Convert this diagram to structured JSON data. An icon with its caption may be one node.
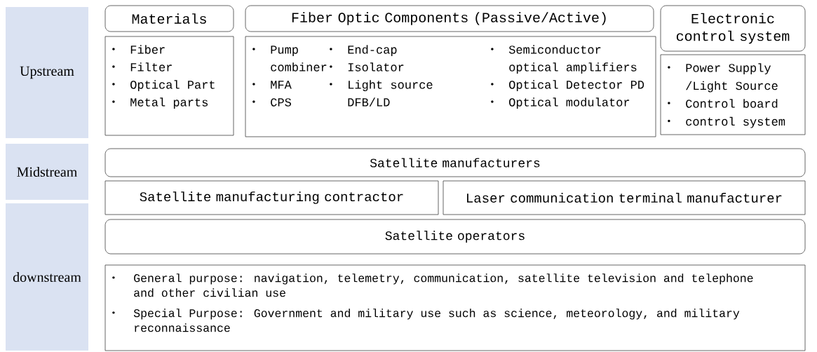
{
  "diagram": {
    "nodes": [
      {
        "text": [
          "Upstream"
        ]
      },
      {
        "text": [
          "Materials"
        ]
      },
      {
        "text": [
          "Fiber",
          "Filter",
          "Optical Part",
          "Metal parts"
        ]
      },
      {
        "text": [
          "Fiber Optic Components (Passive/Active)"
        ]
      },
      {
        "text": [
          "Pump combiner",
          "MFA",
          "CPS",
          "End-cap",
          "Isolator",
          "Light source DFB/LD",
          "Semiconductor optical amplifiers",
          "Optical Detector PD",
          "Optical modulator"
        ]
      },
      {
        "text": [
          "Electronic control system"
        ]
      },
      {
        "text": [
          "Power Supply /Light Source",
          "Control board",
          "control system"
        ]
      },
      {
        "text": [
          "Midstream"
        ]
      },
      {
        "text": [
          "Satellite manufacturers"
        ]
      },
      {
        "text": [
          "Satellite manufacturing contractor"
        ]
      },
      {
        "text": [
          "Laser communication terminal manufacturer"
        ]
      },
      {
        "text": [
          "downstream"
        ]
      },
      {
        "text": [
          "Satellite operators"
        ]
      },
      {
        "text": [
          "General purpose: navigation, telemetry, communication, satellite television and telephone and other civilian use",
          "Special Purpose: Government and military use such as science, meteorology, and military reconnaissance"
        ]
      }
    ]
  }
}
